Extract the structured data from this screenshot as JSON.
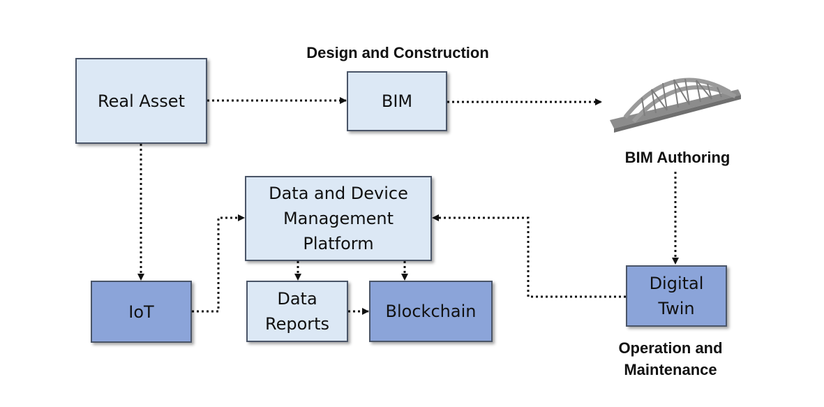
{
  "phases": {
    "design": "Design and Construction",
    "authoring": "BIM Authoring",
    "operation": "Operation and\nMaintenance"
  },
  "nodes": {
    "real_asset": "Real Asset",
    "bim": "BIM",
    "platform": "Data and Device\nManagement\nPlatform",
    "iot": "IoT",
    "data_reports": "Data\nReports",
    "blockchain": "Blockchain",
    "digital_twin": "Digital\nTwin"
  },
  "colors": {
    "light_box": "#dce8f5",
    "dark_box": "#8ba4d9",
    "border": "#4a5568",
    "arrow": "#111111"
  },
  "image": {
    "bridge": "bridge-model-icon"
  }
}
